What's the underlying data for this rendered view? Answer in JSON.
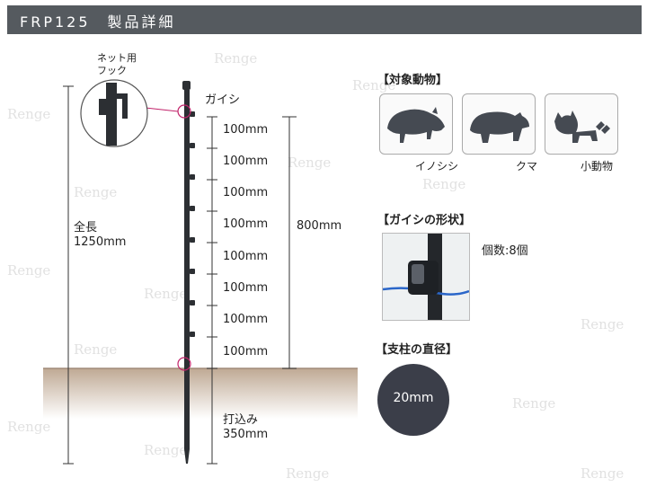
{
  "header": {
    "title": "FRP125　製品詳細"
  },
  "watermark": "Renge",
  "post": {
    "hook_label_line1": "ネット用",
    "hook_label_line2": "フック",
    "insulator_label": "ガイシ",
    "total_length_label": "全長",
    "total_length_value": "1250mm",
    "spacings": [
      "100mm",
      "100mm",
      "100mm",
      "100mm",
      "100mm",
      "100mm",
      "100mm",
      "100mm"
    ],
    "above_ground_value": "800mm",
    "drive_in_label": "打込み",
    "drive_in_value": "350mm"
  },
  "animals": {
    "title": "【対象動物】",
    "items": [
      {
        "label": "イノシシ",
        "icon": "boar-icon"
      },
      {
        "label": "クマ",
        "icon": "bear-icon"
      },
      {
        "label": "小動物",
        "icon": "raccoon-icon"
      }
    ]
  },
  "insulator": {
    "title": "【ガイシの形状】",
    "count_text": "個数:8個"
  },
  "diameter": {
    "title": "【支柱の直径】",
    "value": "20mm"
  }
}
